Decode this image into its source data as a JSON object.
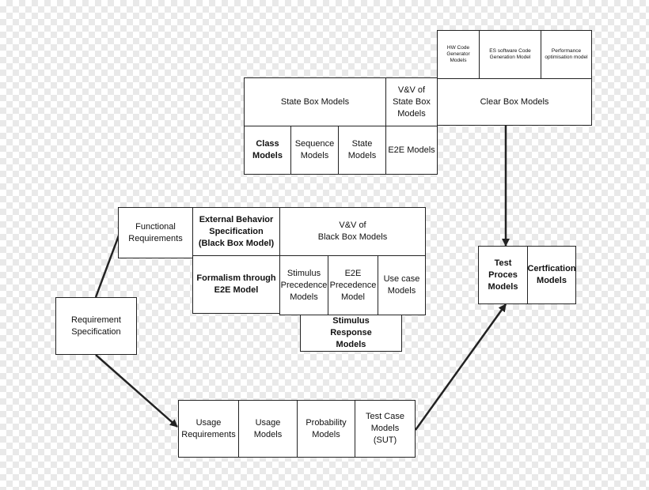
{
  "colors": {
    "stroke": "#222222",
    "box_fill": "#ffffff",
    "text": "#111111"
  },
  "boxes": {
    "requirement_specification": "Requirement\nSpecification",
    "functional_requirements": "Functional\nRequirements",
    "external_behavior_specification": "External Behavior\nSpecification\n(Black Box Model)",
    "vv_black_box_models": "V&V of\nBlack Box Models",
    "formalism_e2e_model": "Formalism through\nE2E Model",
    "stimulus_precedence_models": "Stimulus\nPrecedence\nModels",
    "e2e_precedence_model": "E2E\nPrecedence\nModel",
    "use_case_models": "Use case\nModels",
    "stimulus_response_models": "Stimulus\nResponse\nModels",
    "state_box_models": "State Box Models",
    "vv_state_box_models": "V&V of\nState Box\nModels",
    "class_models": "Class\nModels",
    "sequence_models": "Sequence\nModels",
    "state_models": "State\nModels",
    "e2e_models": "E2E Models",
    "hw_code_generator_models": "HW Code\nGenerator\nModels",
    "es_software_code_generation_model": "ES software Code\nGeneration Model",
    "performance_optimisation_model": "Performance\noptimisation model",
    "clear_box_models": "Clear Box Models",
    "test_process_models": "Test Proces\nModels",
    "certification_models": "Certfication\nModels",
    "usage_requirements": "Usage\nRequirements",
    "usage_models": "Usage\nModels",
    "probability_models": "Probability\nModels",
    "test_case_models_sut": "Test Case\nModels\n(SUT)"
  }
}
